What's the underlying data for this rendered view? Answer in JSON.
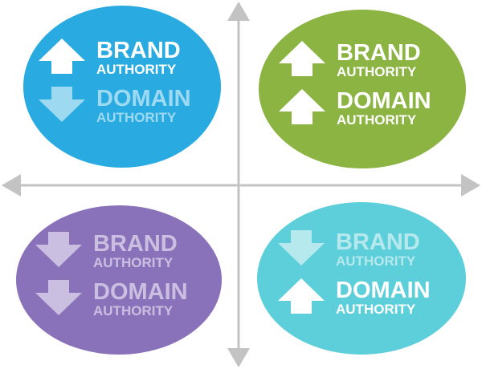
{
  "colors": {
    "axis": "#c3c3c3",
    "top_left": "#29abe2",
    "top_right": "#8cb443",
    "bottom_left": "#8a72bb",
    "bottom_right": "#5dcfda",
    "text_strong": "#ffffff"
  },
  "quadrants": [
    {
      "id": "top-left",
      "color": "#29abe2",
      "metrics": [
        {
          "word": "BRAND",
          "sub": "AUTHORITY",
          "direction": "up",
          "emphasis": "strong"
        },
        {
          "word": "DOMAIN",
          "sub": "AUTHORITY",
          "direction": "down",
          "emphasis": "faded"
        }
      ]
    },
    {
      "id": "top-right",
      "color": "#8cb443",
      "metrics": [
        {
          "word": "BRAND",
          "sub": "AUTHORITY",
          "direction": "up",
          "emphasis": "strong"
        },
        {
          "word": "DOMAIN",
          "sub": "AUTHORITY",
          "direction": "up",
          "emphasis": "strong"
        }
      ]
    },
    {
      "id": "bottom-left",
      "color": "#8a72bb",
      "metrics": [
        {
          "word": "BRAND",
          "sub": "AUTHORITY",
          "direction": "down",
          "emphasis": "faded"
        },
        {
          "word": "DOMAIN",
          "sub": "AUTHORITY",
          "direction": "down",
          "emphasis": "faded"
        }
      ]
    },
    {
      "id": "bottom-right",
      "color": "#5dcfda",
      "metrics": [
        {
          "word": "BRAND",
          "sub": "AUTHORITY",
          "direction": "down",
          "emphasis": "faded"
        },
        {
          "word": "DOMAIN",
          "sub": "AUTHORITY",
          "direction": "up",
          "emphasis": "strong"
        }
      ]
    }
  ]
}
